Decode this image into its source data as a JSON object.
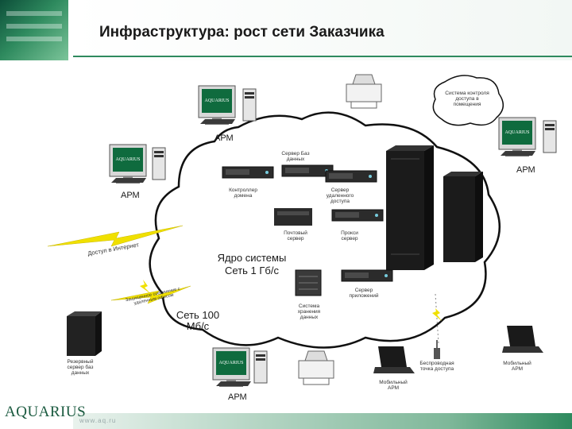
{
  "title": "Инфраструктура: рост сети Заказчика",
  "footer": {
    "url": "www.aq.ru",
    "brand": "AQUARIUS"
  },
  "monitor_logo": "AQUARIUS",
  "labels": {
    "apm_top": "АРМ",
    "apm_right": "АРМ",
    "apm_left": "АРМ",
    "apm_bottom": "АРМ",
    "db_server": "Сервер Баз данных",
    "domain_controller": "Контроллер домена",
    "remote_access_server": "Сервер удаленного доступа",
    "mail_server": "Почтовый сервер",
    "proxy_server": "Прокси сервер",
    "app_server": "Сервер приложений",
    "storage": "Система хранения данных",
    "core": "Ядро системы",
    "core_speed": "Сеть 1 Гб/с",
    "net_speed": "Сеть 100 Мб/с",
    "internet_access": "Доступ в Интернет",
    "remote_office_link": "Защищенное соединение с удаленным офисом",
    "backup_server": "Резервный сервер баз данных",
    "access_control": "Система контроля доступа в помещения",
    "wireless_ap": "Беспроводная точка доступа",
    "mobile_apm_bottom": "Мобильный АРМ",
    "mobile_apm_right": "Мобильный АРМ"
  },
  "colors": {
    "brand_green": "#2e8a5e",
    "lightning": "#f0e000",
    "rack": "#1b1b1b"
  }
}
